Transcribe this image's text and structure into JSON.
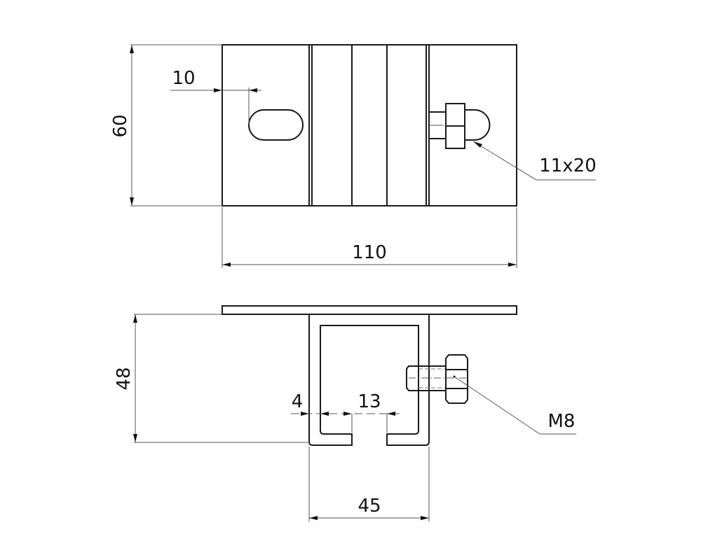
{
  "dimensions": {
    "height_top": "60",
    "slot_offset": "10",
    "slot_size": "11x20",
    "width_top": "110",
    "height_side": "48",
    "wall": "4",
    "opening": "13",
    "bolt": "M8",
    "channel_width": "45"
  }
}
